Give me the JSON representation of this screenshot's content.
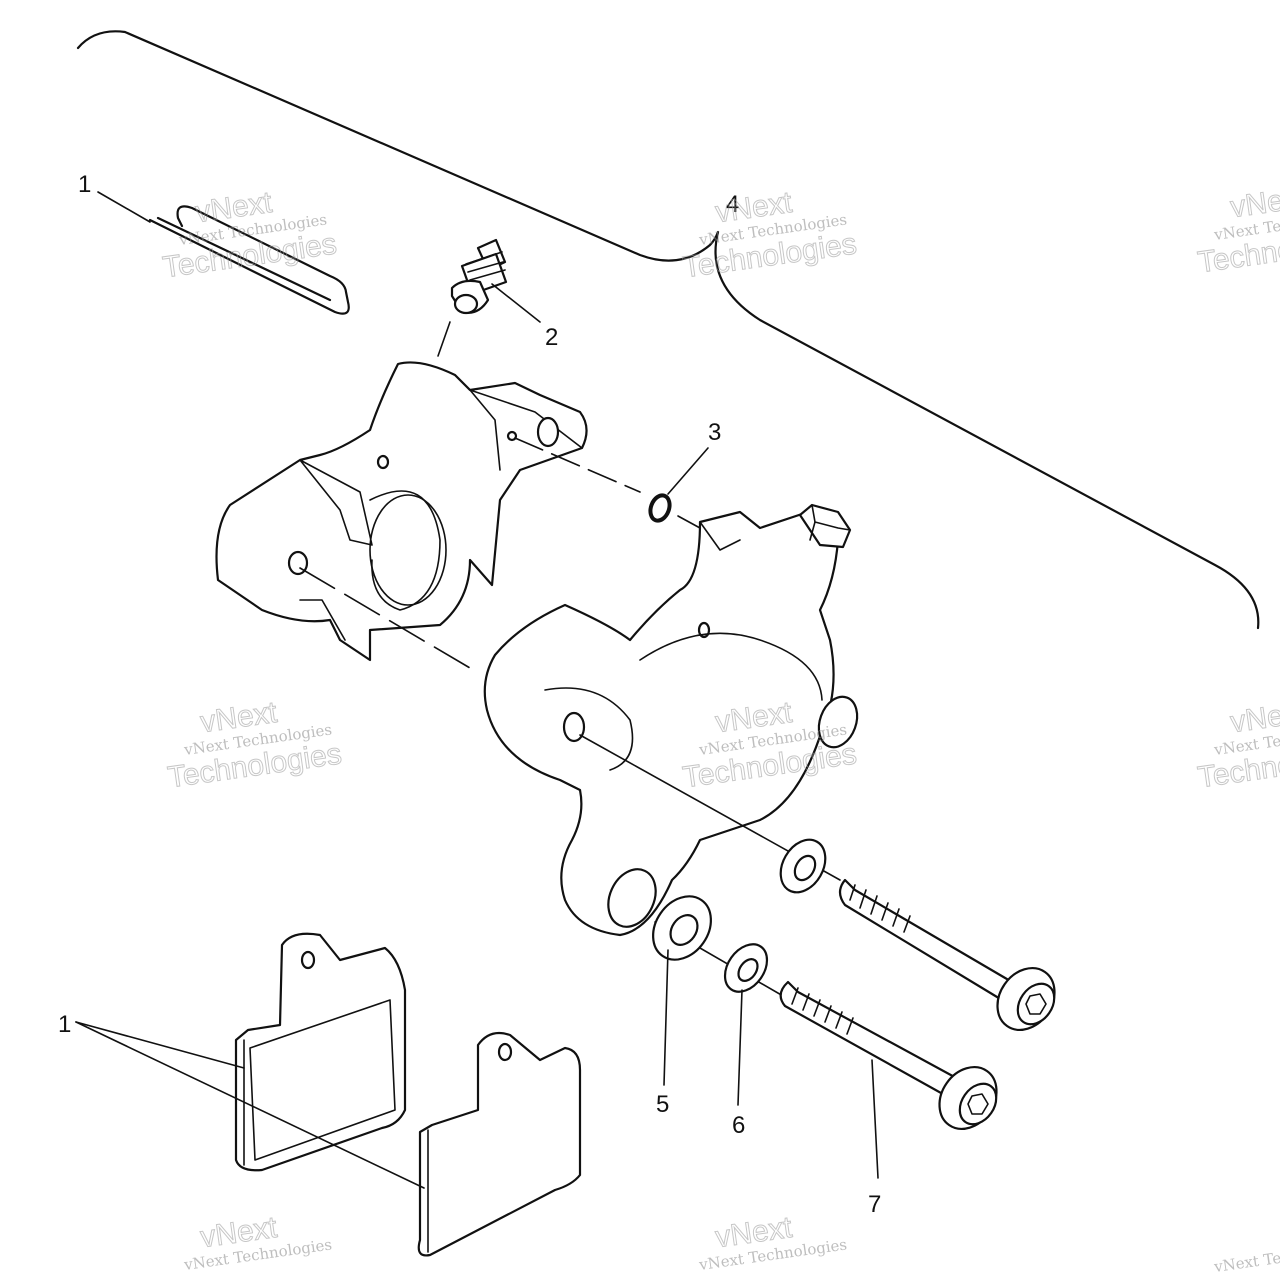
{
  "callouts": {
    "c1_top": "1",
    "c2": "2",
    "c3": "3",
    "c4": "4",
    "c1_bottom": "1",
    "c5": "5",
    "c6": "6",
    "c7": "7"
  },
  "watermark": {
    "line1": "vNext Technologies",
    "line2": "vNext",
    "line3": "Technologies"
  },
  "colors": {
    "line": "#111111",
    "background": "#ffffff",
    "watermark": "#8a8a8a"
  }
}
